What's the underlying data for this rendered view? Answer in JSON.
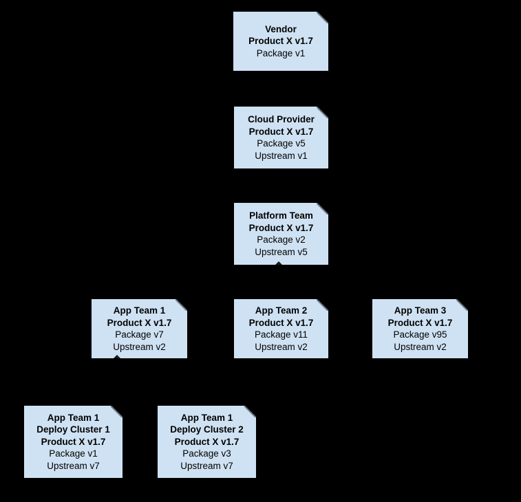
{
  "canvas": {
    "background_color": "#000000"
  },
  "diagram": {
    "type": "flowchart",
    "node_fill_color": "#cfe2f3",
    "node_text_color": "#000000",
    "arrowhead_color": "#1a1a1a",
    "nodes": [
      {
        "name": "vendor",
        "lines": [
          "Vendor",
          "Product X v1.7",
          "Package v1"
        ]
      },
      {
        "name": "cloud-provider",
        "lines": [
          "Cloud Provider",
          "Product X v1.7",
          "Package v5",
          "Upstream v1"
        ]
      },
      {
        "name": "platform-team",
        "lines": [
          "Platform Team",
          "Product X v1.7",
          "Package v2",
          "Upstream v5"
        ],
        "marker": "up-arrowhead"
      },
      {
        "name": "app-team-1",
        "lines": [
          "App Team 1",
          "Product X v1.7",
          "Package v7",
          "Upstream v2"
        ],
        "marker": "up-arrowhead"
      },
      {
        "name": "app-team-2",
        "lines": [
          "App Team 2",
          "Product X v1.7",
          "Package v11",
          "Upstream v2"
        ]
      },
      {
        "name": "app-team-3",
        "lines": [
          "App Team 3",
          "Product X v1.7",
          "Package v95",
          "Upstream v2"
        ]
      },
      {
        "name": "app-team-1-deploy-cluster-1",
        "lines": [
          "App Team 1",
          "Deploy Cluster 1",
          "Product X v1.7",
          "Package v1",
          "Upstream v7"
        ]
      },
      {
        "name": "app-team-1-deploy-cluster-2",
        "lines": [
          "App Team 1",
          "Deploy Cluster 2",
          "Product X v1.7",
          "Package v3",
          "Upstream v7"
        ]
      }
    ]
  }
}
